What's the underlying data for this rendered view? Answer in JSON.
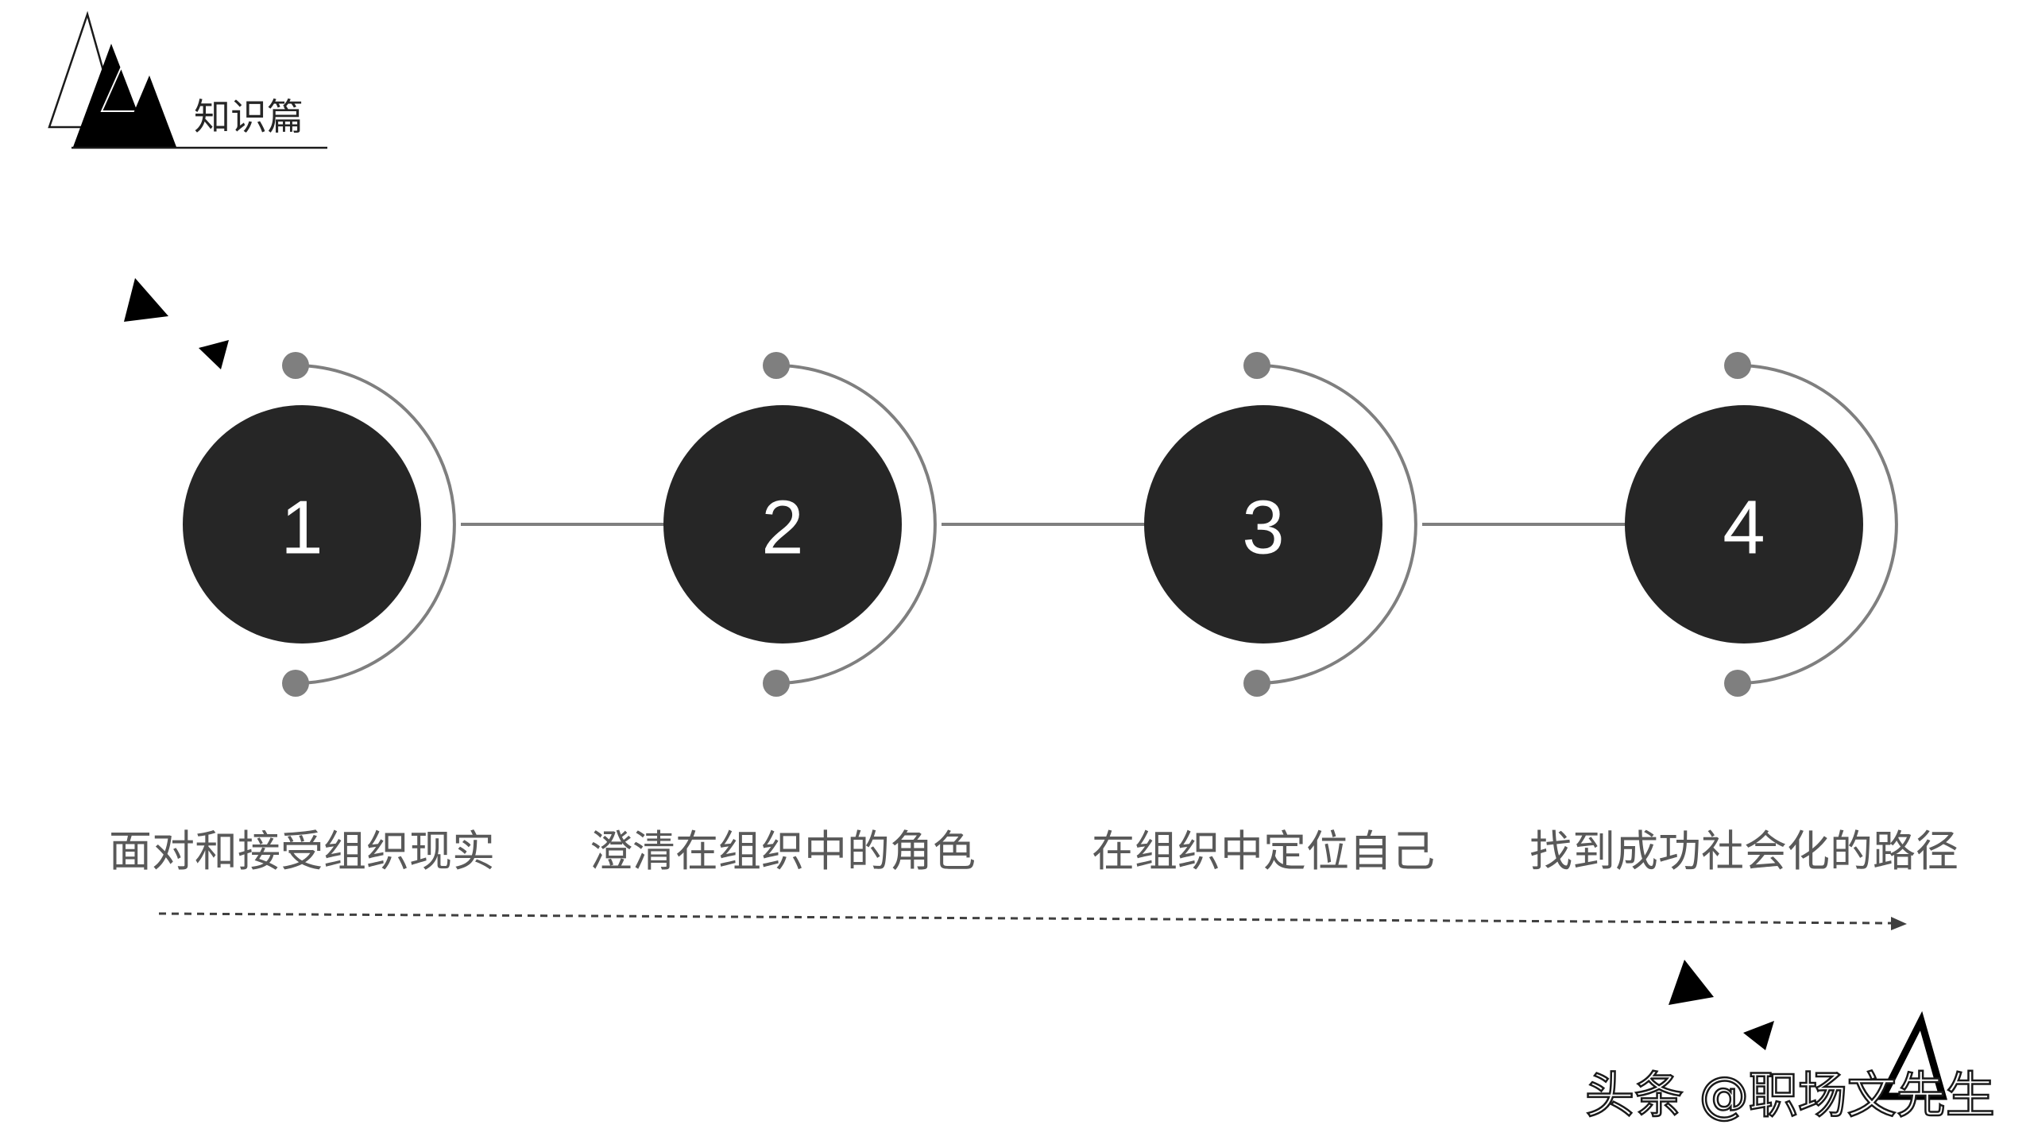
{
  "header": {
    "section_title": "知识篇"
  },
  "steps": [
    {
      "number": "1",
      "label": "面对和接受组织现实"
    },
    {
      "number": "2",
      "label": "澄清在组织中的角色"
    },
    {
      "number": "3",
      "label": "在组织中定位自己"
    },
    {
      "number": "4",
      "label": "找到成功社会化的路径"
    }
  ],
  "watermark": {
    "text": "头条 @职场文先生"
  },
  "colors": {
    "circle_fill": "#262626",
    "arc_and_dots": "#7f7f7f",
    "connector": "#7f7f7f",
    "label_text": "#595959",
    "background": "#ffffff"
  }
}
